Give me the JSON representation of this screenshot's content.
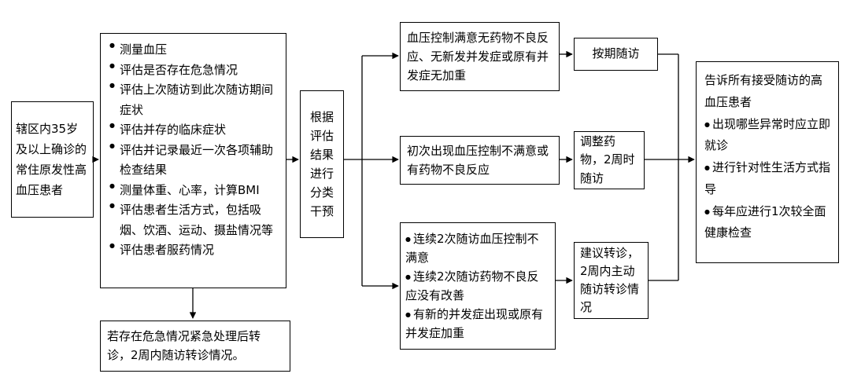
{
  "colors": {
    "border": "#000000",
    "background": "#ffffff",
    "text": "#000000"
  },
  "flowchart": {
    "patients": {
      "text": "辖区内35岁及以上确诊的常住原发性高血压患者"
    },
    "assessment": {
      "items": [
        "测量血压",
        "评估是否存在危急情况",
        "评估上次随访到此次随访期间症状",
        "评估并存的临床症状",
        "评估并记录最近一次各项辅助检查结果",
        "测量体重、心率，计算BMI",
        "评估患者生活方式，包括吸烟、饮酒、运动、摄盐情况等",
        "评估患者服药情况"
      ]
    },
    "emergency": {
      "text": "若存在危急情况紧急处理后转诊，2周内随访转诊情况。"
    },
    "classify": {
      "text": "根据评估结果进行分类干预"
    },
    "branch_controlled": {
      "text": "血压控制满意无药物不良反应、无新发并发症或原有并发症无加重"
    },
    "outcome_regular": {
      "text": "按期随访"
    },
    "branch_first_unsatisfactory": {
      "text": "初次出现血压控制不满意或有药物不良反应"
    },
    "outcome_adjust": {
      "text": "调整药物，2周时随访"
    },
    "branch_persistent": {
      "items": [
        "连续2次随访血压控制不满意",
        "连续2次随访药物不良反应没有改善",
        "有新的并发症出现或原有并发症加重"
      ]
    },
    "outcome_refer": {
      "text": "建议转诊，2周内主动随访转诊情况"
    },
    "advice": {
      "intro": "告诉所有接受随访的高血压患者",
      "items": [
        "出现哪些异常时应立即就诊",
        "进行针对性生活方式指导",
        "每年应进行1次较全面健康检查"
      ]
    }
  }
}
